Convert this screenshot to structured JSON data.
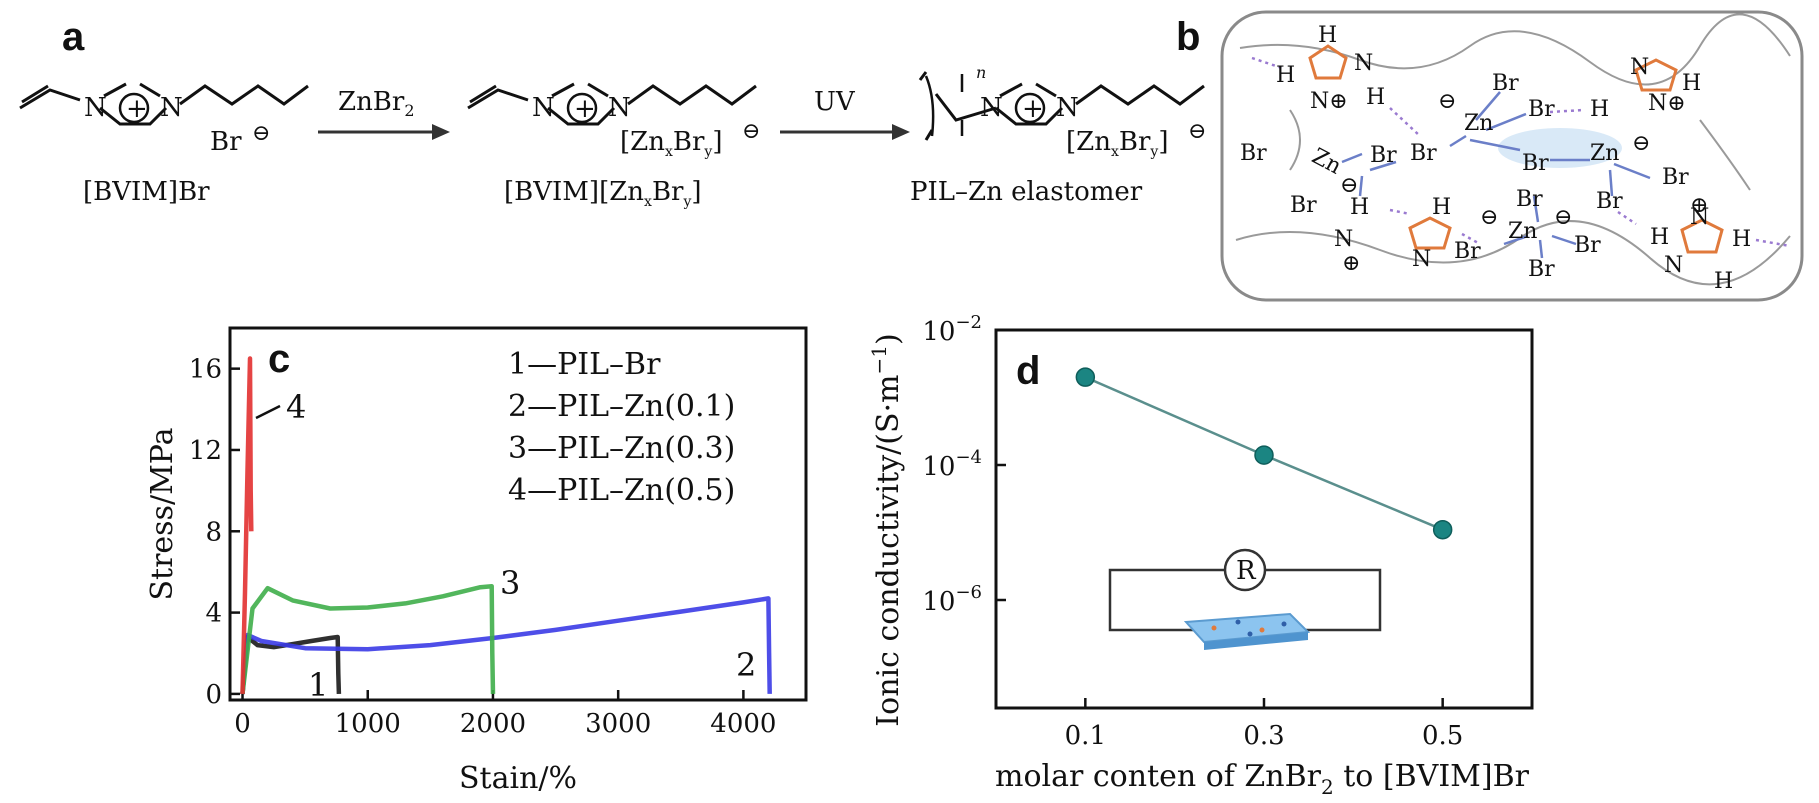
{
  "panels": {
    "a": "a",
    "b": "b",
    "c": "c",
    "d": "d"
  },
  "scheme": {
    "reactant_label": "[BVIM]Br",
    "intermediate_label_prefix": "[BVIM][Zn",
    "intermediate_label_x": "x",
    "intermediate_label_br": "Br",
    "intermediate_label_y": "y",
    "intermediate_label_close": "]",
    "product_label": "PIL–Zn elastomer",
    "reagent1_prefix": "ZnBr",
    "reagent1_sub": "2",
    "reagent2": "UV",
    "anion_simple": "Br",
    "anion_zn_prefix": "[Zn",
    "anion_zn_x": "x",
    "anion_zn_br": "Br",
    "anion_zn_y": "y",
    "anion_zn_close": "]",
    "n_atom": "N",
    "polymer_n": "n",
    "charge_plus": "+",
    "charge_minus": "⊖"
  },
  "network": {
    "atoms": {
      "H": "H",
      "N": "N",
      "Br": "Br",
      "Zn": "Zn",
      "Nplus": "N⊕",
      "plus": "⊕",
      "minus": "⊖"
    }
  },
  "chart_c": {
    "type": "line",
    "xlabel": "Stain/%",
    "ylabel": "Stress/MPa",
    "xlim": [
      -100,
      4500
    ],
    "ylim": [
      -0.3,
      18
    ],
    "xticks": [
      0,
      1000,
      2000,
      3000,
      4000
    ],
    "yticks": [
      0,
      4,
      8,
      12,
      16
    ],
    "legend": [
      "1—PIL–Br",
      "2—PIL–Zn(0.1)",
      "3—PIL–Zn(0.3)",
      "4—PIL–Zn(0.5)"
    ],
    "curve_labels": [
      "1",
      "2",
      "3",
      "4"
    ],
    "colors": [
      "#1a1a1a",
      "#3b3be6",
      "#3fae4a",
      "#e23030"
    ]
  },
  "chart_d": {
    "type": "scatter",
    "xlabel_parts": [
      "molar conten of ZnBr",
      "2",
      " to [BVIM]Br"
    ],
    "ylabel_parts": [
      "Ionic conductivity/(S·m",
      "−1",
      ")"
    ],
    "xlim": [
      0,
      0.6
    ],
    "ylim_log10": [
      -7.6,
      -2
    ],
    "xtick_labels": [
      "0.1",
      "0.3",
      "0.5"
    ],
    "xtick_values": [
      0.1,
      0.3,
      0.5
    ],
    "ytick_exponents": [
      -2,
      -4,
      -6
    ],
    "ytick_base": "10",
    "marker_color": "#1b8582",
    "line_color": "#5a8f8d",
    "inset_resistor_label": "R"
  },
  "chart_data": [
    {
      "type": "line",
      "title": "",
      "xlabel": "Stain/%",
      "ylabel": "Stress/MPa",
      "xlim": [
        -100,
        4500
      ],
      "ylim": [
        -0.3,
        18
      ],
      "legend_position": "top-right",
      "grid": false,
      "series": [
        {
          "name": "1—PIL–Br",
          "color": "#1a1a1a",
          "x": [
            0,
            40,
            120,
            250,
            400,
            550,
            700,
            760,
            765,
            770
          ],
          "y": [
            0,
            2.8,
            2.4,
            2.3,
            2.45,
            2.6,
            2.75,
            2.8,
            1.0,
            0
          ]
        },
        {
          "name": "2—PIL–Zn(0.1)",
          "color": "#3b3be6",
          "x": [
            0,
            40,
            150,
            500,
            1000,
            1500,
            2000,
            2500,
            3000,
            3500,
            4000,
            4200,
            4205,
            4210
          ],
          "y": [
            0,
            2.9,
            2.6,
            2.25,
            2.2,
            2.4,
            2.75,
            3.15,
            3.6,
            4.05,
            4.5,
            4.7,
            2.0,
            0
          ]
        },
        {
          "name": "3—PIL–Zn(0.3)",
          "color": "#3fae4a",
          "x": [
            0,
            80,
            200,
            400,
            700,
            1000,
            1300,
            1600,
            1900,
            1990,
            1995,
            2000
          ],
          "y": [
            0,
            4.2,
            5.2,
            4.6,
            4.2,
            4.25,
            4.45,
            4.8,
            5.25,
            5.3,
            2.0,
            0
          ]
        },
        {
          "name": "4—PIL–Zn(0.5)",
          "color": "#e23030",
          "x": [
            0,
            20,
            40,
            60,
            65,
            70
          ],
          "y": [
            0,
            5.0,
            11.0,
            16.5,
            10.0,
            8.0
          ]
        }
      ]
    },
    {
      "type": "scatter",
      "title": "",
      "xlabel": "molar conten of ZnBr2 to [BVIM]Br",
      "ylabel": "Ionic conductivity/(S·m−1)",
      "xlim": [
        0,
        0.6
      ],
      "ylim": [
        2.5e-08,
        0.01
      ],
      "y_scale": "log",
      "grid": false,
      "series": [
        {
          "x": [
            0.1,
            0.3,
            0.5
          ],
          "y": [
            0.002,
            0.00014,
            1.1e-05
          ]
        }
      ]
    }
  ]
}
